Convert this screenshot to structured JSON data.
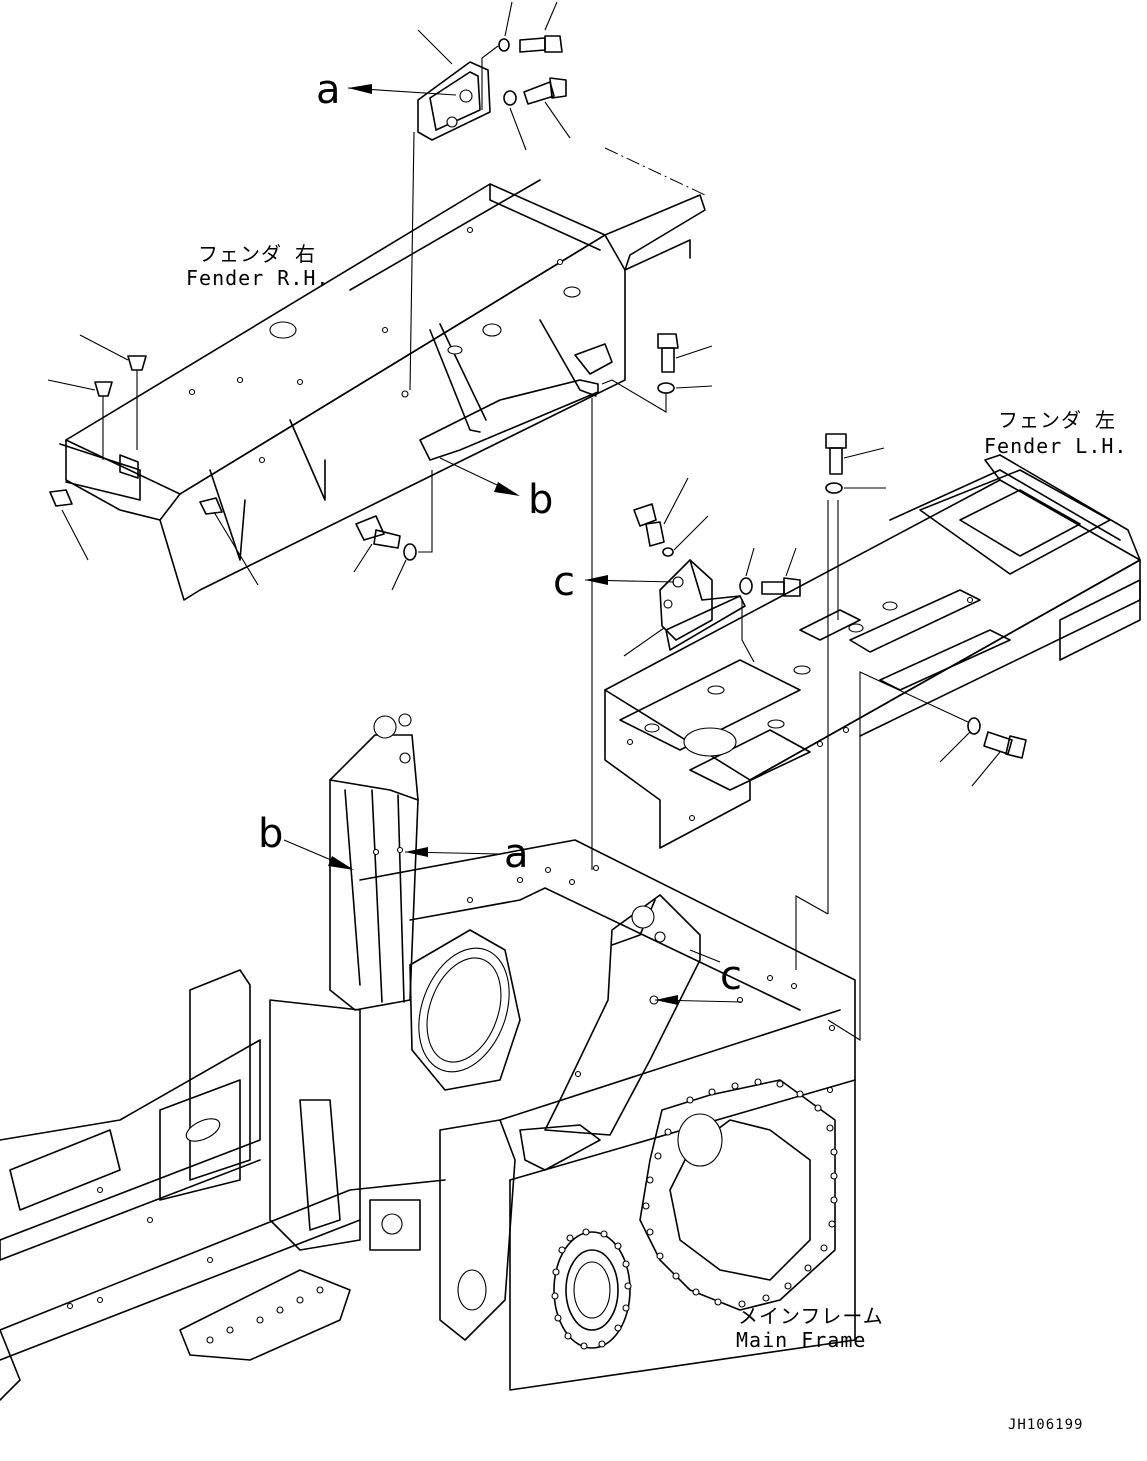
{
  "labels": {
    "fender_rh_jp": "フェンダ 右",
    "fender_rh_en": "Fender R.H.",
    "fender_lh_jp": "フェンダ 左",
    "fender_lh_en": "Fender L.H.",
    "main_frame_jp": "メインフレーム",
    "main_frame_en": "Main Frame",
    "drawing_code": "JH106199"
  },
  "refs": {
    "a_top": "a",
    "b_mid": "b",
    "c_mid": "c",
    "b_low": "b",
    "a_low": "a",
    "c_low": "c"
  }
}
